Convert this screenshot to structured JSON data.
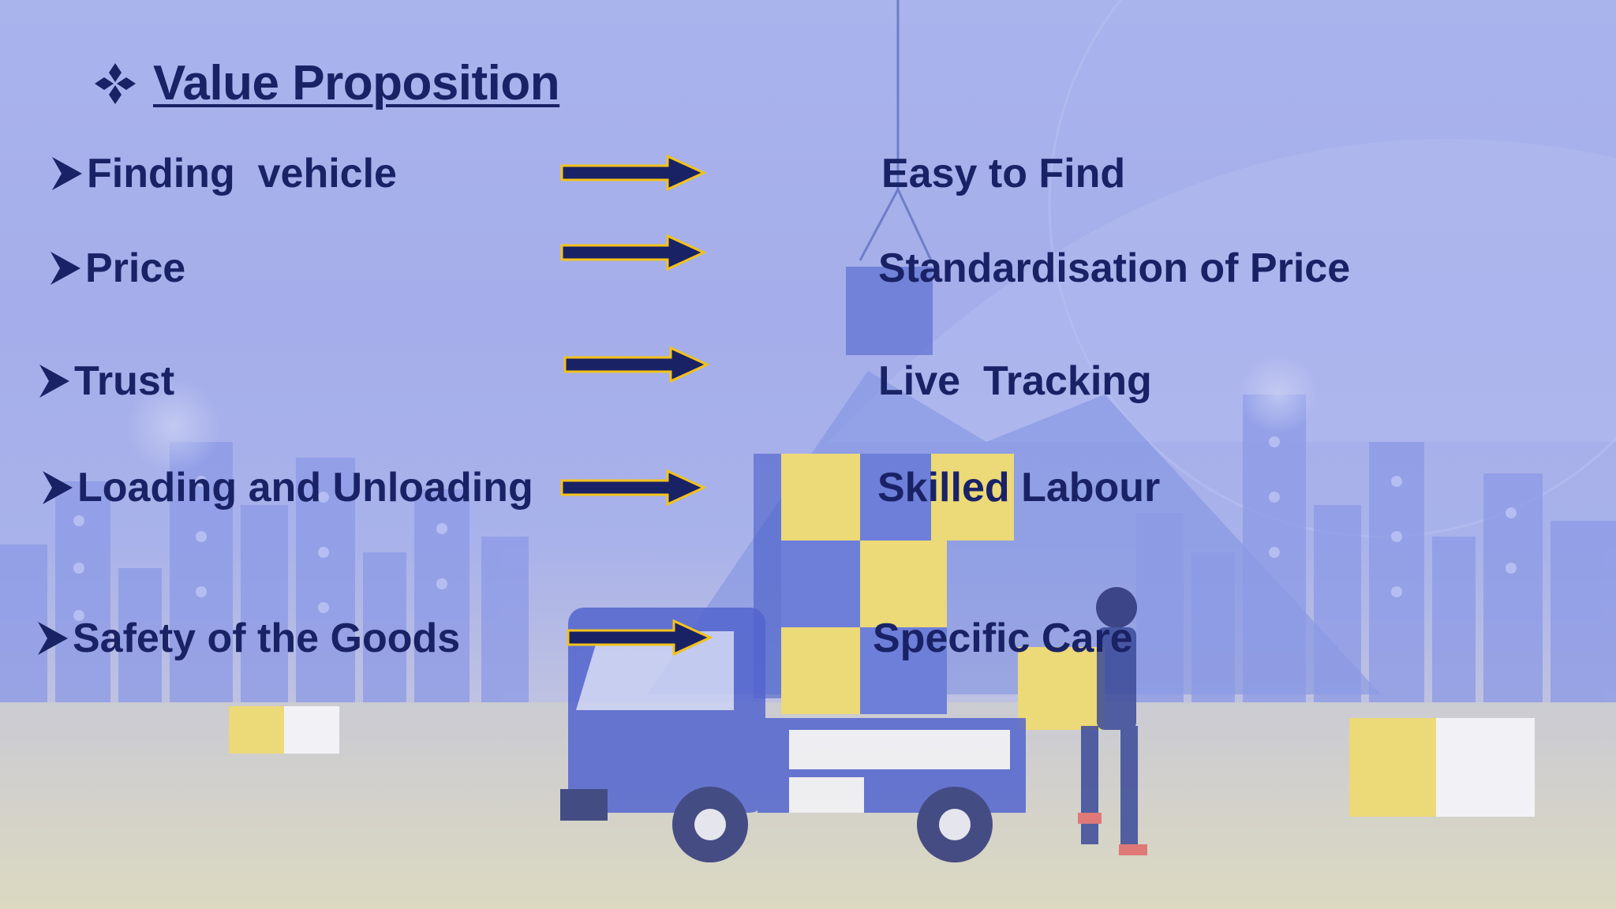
{
  "slide": {
    "title": "Value Proposition",
    "title_icon": "four-diamonds-icon",
    "bullet_icon": "arrowhead-bullet-icon",
    "connector_icon": "right-arrow-icon",
    "colors": {
      "text": "#1a2266",
      "arrow_fill": "#1a2266",
      "arrow_outline": "#f2c21b",
      "puzzle_yellow": "#ecd977",
      "puzzle_blue": "#6d7fd8"
    },
    "rows": [
      {
        "left": "Finding  vehicle",
        "right": "Easy to Find"
      },
      {
        "left": "Price",
        "right": "Standardisation of Price"
      },
      {
        "left": "Trust",
        "right": "Live  Tracking"
      },
      {
        "left": "Loading and Unloading",
        "right": "Skilled Labour"
      },
      {
        "left": "Safety of the Goods",
        "right": "Specific Care"
      }
    ]
  }
}
